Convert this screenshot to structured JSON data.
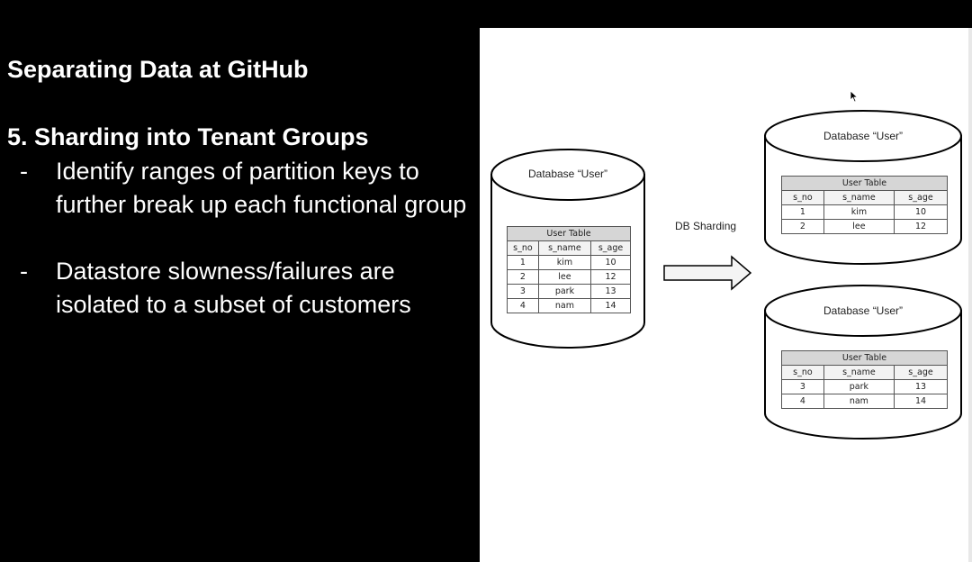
{
  "slide": {
    "title": "Separating Data at GitHub",
    "section": "5. Sharding into Tenant Groups",
    "bullets": [
      {
        "marker": "-",
        "text": "Identify ranges of partition keys to further break up each functional group"
      },
      {
        "marker": "-",
        "text": "Datastore slowness/failures are isolated to a subset of customers"
      }
    ]
  },
  "diagram": {
    "arrow_label": "DB Sharding",
    "source_db": {
      "label": "Database “User”",
      "table": {
        "caption": "User Table",
        "columns": [
          "s_no",
          "s_name",
          "s_age"
        ],
        "rows": [
          [
            "1",
            "kim",
            "10"
          ],
          [
            "2",
            "lee",
            "12"
          ],
          [
            "3",
            "park",
            "13"
          ],
          [
            "4",
            "nam",
            "14"
          ]
        ]
      }
    },
    "shard_1": {
      "label": "Database “User”",
      "table": {
        "caption": "User Table",
        "columns": [
          "s_no",
          "s_name",
          "s_age"
        ],
        "rows": [
          [
            "1",
            "kim",
            "10"
          ],
          [
            "2",
            "lee",
            "12"
          ]
        ]
      }
    },
    "shard_2": {
      "label": "Database “User”",
      "table": {
        "caption": "User Table",
        "columns": [
          "s_no",
          "s_name",
          "s_age"
        ],
        "rows": [
          [
            "3",
            "park",
            "13"
          ],
          [
            "4",
            "nam",
            "14"
          ]
        ]
      }
    }
  }
}
